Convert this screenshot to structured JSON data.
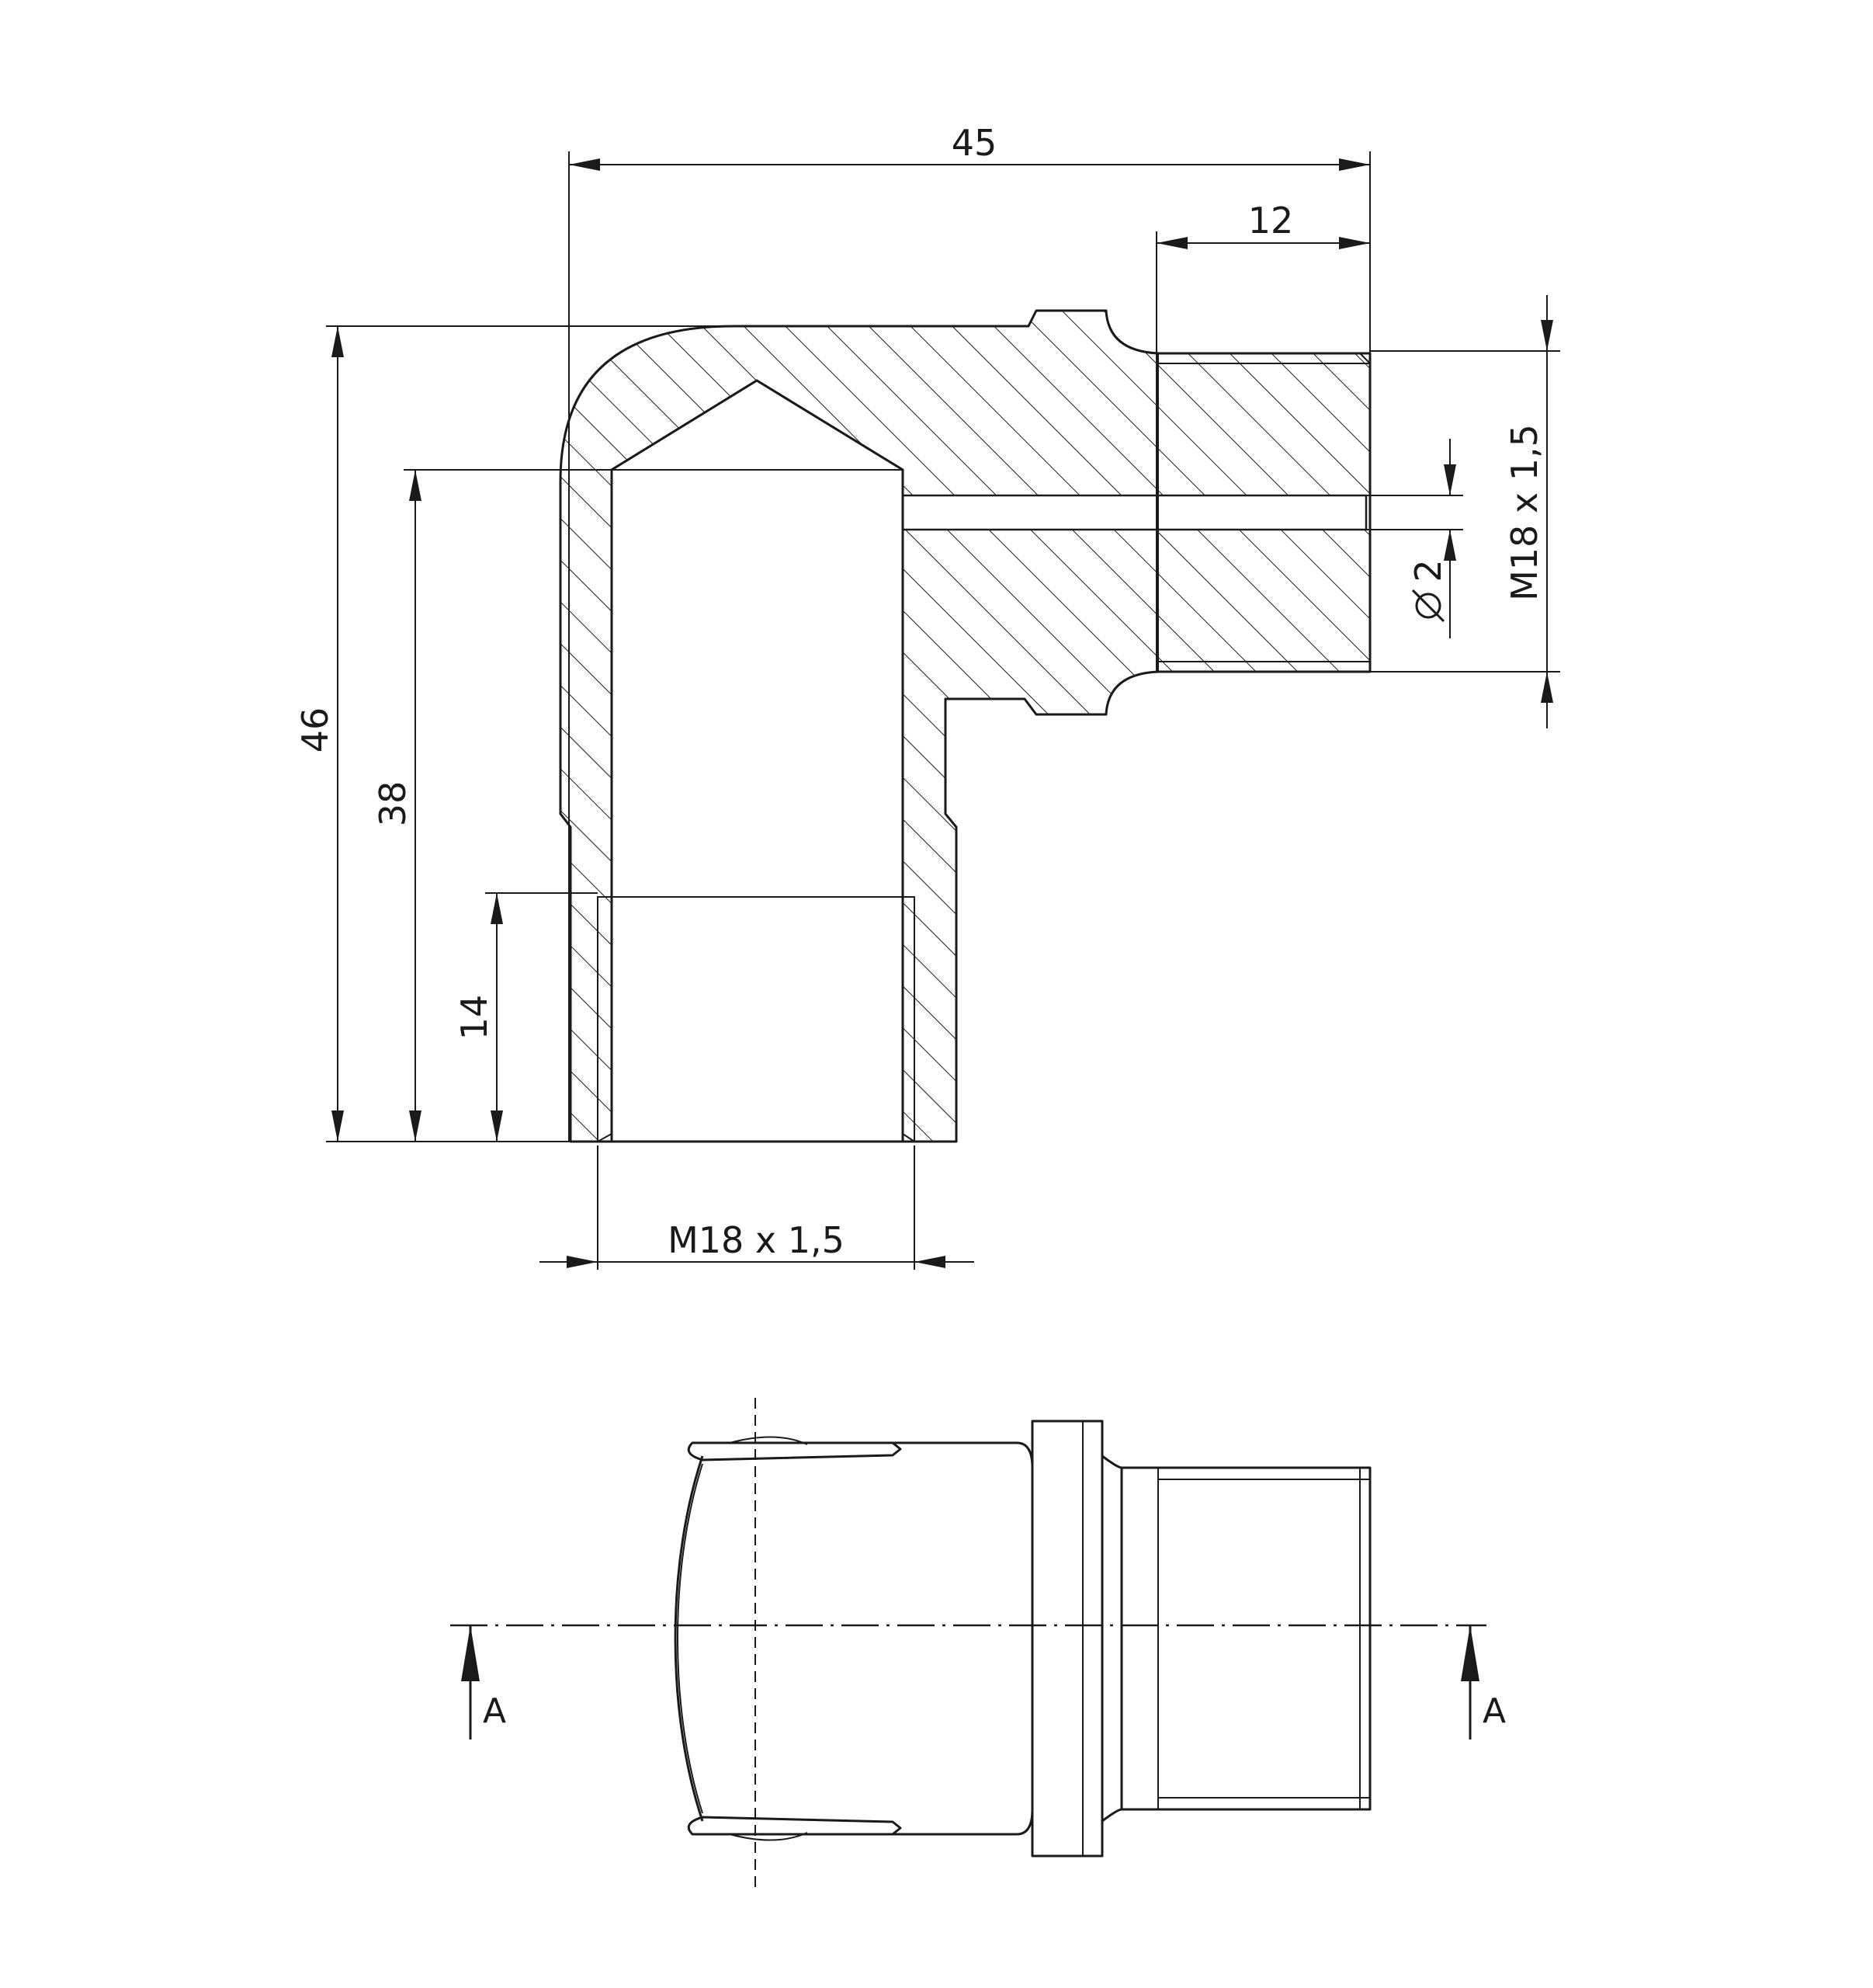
{
  "dimensions": {
    "overall_width": "45",
    "outlet_length": "12",
    "outlet_thread": "M18 x 1,5",
    "channel_diameter": "2",
    "overall_height": "46",
    "bore_depth": "38",
    "thread_depth": "14",
    "base_thread": "M18 x 1,5"
  },
  "section_marks": {
    "left": "A",
    "right": "A"
  },
  "icons": {
    "diameter_symbol": "diameter-icon",
    "section_arrow": "section-arrow-icon"
  },
  "colors": {
    "line": "#1a1a1a",
    "background": "#ffffff"
  }
}
